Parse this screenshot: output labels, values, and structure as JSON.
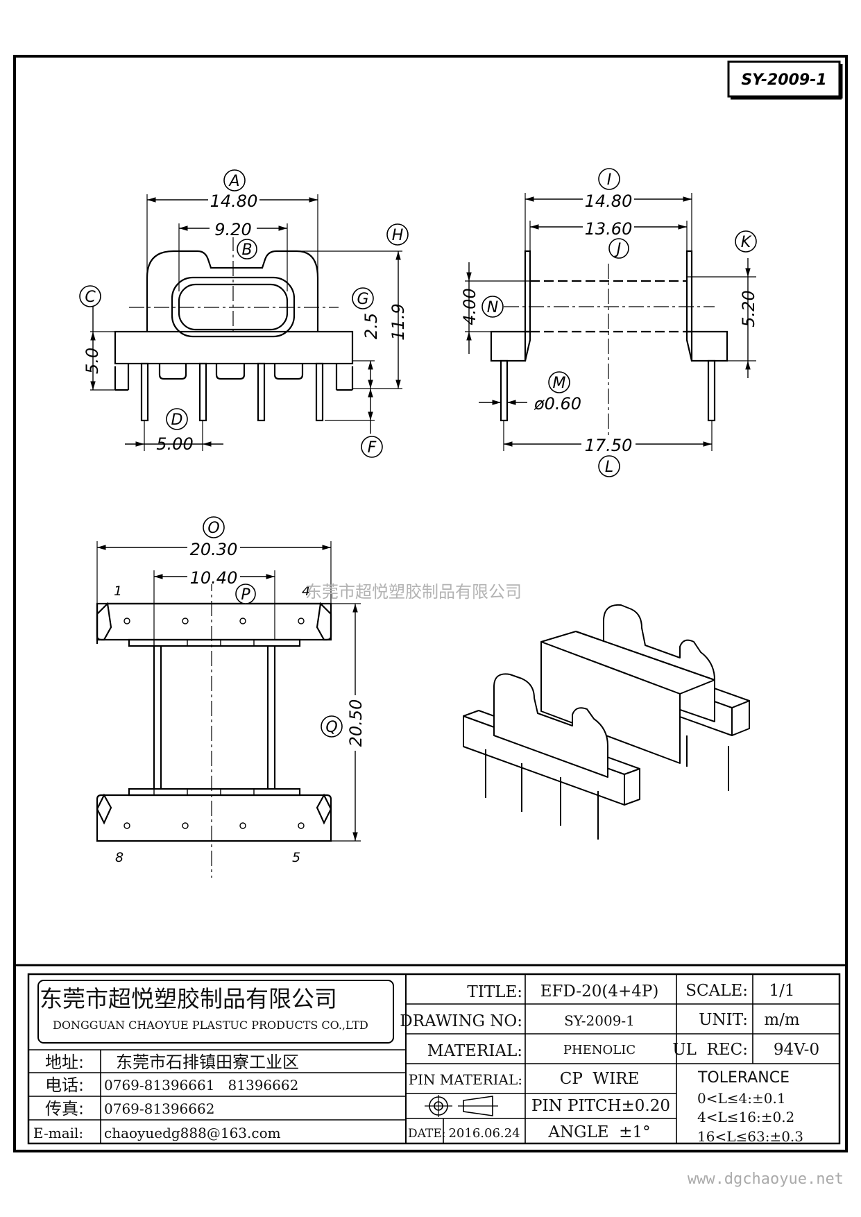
{
  "drawing_number_box": "SY-2009-1",
  "watermark": "东莞市超悦塑胶制品有限公司",
  "website": "www.dgchaoyue.net",
  "front_view": {
    "A": {
      "letter": "A",
      "value": "14.80"
    },
    "B": {
      "letter": "B",
      "value": "9.20"
    },
    "C": {
      "letter": "C",
      "value": "5.0"
    },
    "D": {
      "letter": "D",
      "value": "5.00"
    },
    "F": {
      "letter": "F"
    },
    "G": {
      "letter": "G",
      "value": "2.5"
    },
    "H": {
      "letter": "H",
      "value": "11.9"
    }
  },
  "side_view": {
    "I": {
      "letter": "I",
      "value": "14.80"
    },
    "J": {
      "letter": "J",
      "value": "13.60"
    },
    "K": {
      "letter": "K",
      "value": "5.20"
    },
    "N": {
      "letter": "N",
      "value": "4.00"
    },
    "M": {
      "letter": "M",
      "value": "ø0.60"
    },
    "L": {
      "letter": "L",
      "value": "17.50"
    }
  },
  "bottom_view": {
    "O": {
      "letter": "O",
      "value": "20.30"
    },
    "P": {
      "letter": "P",
      "value": "10.40"
    },
    "Q": {
      "letter": "Q",
      "value": "20.50"
    },
    "pins": {
      "p1": "1",
      "p4": "4",
      "p8": "8",
      "p5": "5"
    }
  },
  "title_block": {
    "company_cn": "东莞市超悦塑胶制品有限公司",
    "company_en": "DONGGUAN CHAOYUE PLASTUC PRODUCTS CO.,LTD",
    "address_label": "地址:",
    "address": "东莞市石排镇田寮工业区",
    "phone_label": "电话:",
    "phone": "0769-81396661   81396662",
    "fax_label": "传真:",
    "fax": "0769-81396662",
    "email_label": "E-mail:",
    "email": "chaoyuedg888@163.com",
    "title_label": "TITLE:",
    "title": "EFD-20(4+4P)",
    "drawing_no_label": "DRAWING NO:",
    "drawing_no": "SY-2009-1",
    "material_label": "MATERIAL:",
    "material": "PHENOLIC",
    "pin_material_label": "PIN MATERIAL:",
    "pin_material": "CP  WIRE",
    "pin_pitch": "PIN PITCH±0.20",
    "angle": "ANGLE  ±1°",
    "date_label": "DATE:",
    "date": "2016.06.24",
    "scale_label": "SCALE:",
    "scale": "1/1",
    "unit_label": "UNIT:",
    "unit": "m/m",
    "ul_rec_label": "UL  REC:",
    "ul_rec": "94V-0",
    "tolerance_label": "TOLERANCE",
    "tol1": "0<L≤4:±0.1",
    "tol2": "4<L≤16:±0.2",
    "tol3": "16<L≤63:±0.3"
  }
}
